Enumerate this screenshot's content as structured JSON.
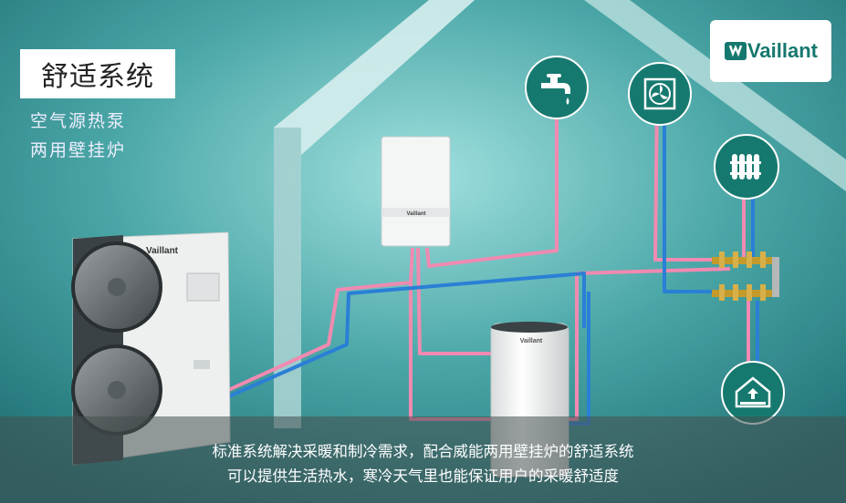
{
  "header": {
    "title": "舒适系统",
    "subtitle_line1": "空气源热泵",
    "subtitle_line2": "两用壁挂炉"
  },
  "brand": {
    "name": "Vaillant"
  },
  "equipment": {
    "heat_pump_label": "Vaillant",
    "boiler_label": "Vaillant",
    "tank_label": "Vaillant"
  },
  "icons": [
    "faucet-icon",
    "ventilation-fan-icon",
    "radiator-icon",
    "underfloor-heating-icon"
  ],
  "caption": {
    "line1": "标准系统解决采暖和制冷需求，配合威能两用壁挂炉的舒适系统",
    "line2": "可以提供生活热水，寒冷天气里也能保证用户的采暖舒适度"
  },
  "colors": {
    "brand_teal": "#16796f",
    "hot_pipe": "#f08ab0",
    "cold_pipe": "#2a7fd6"
  }
}
